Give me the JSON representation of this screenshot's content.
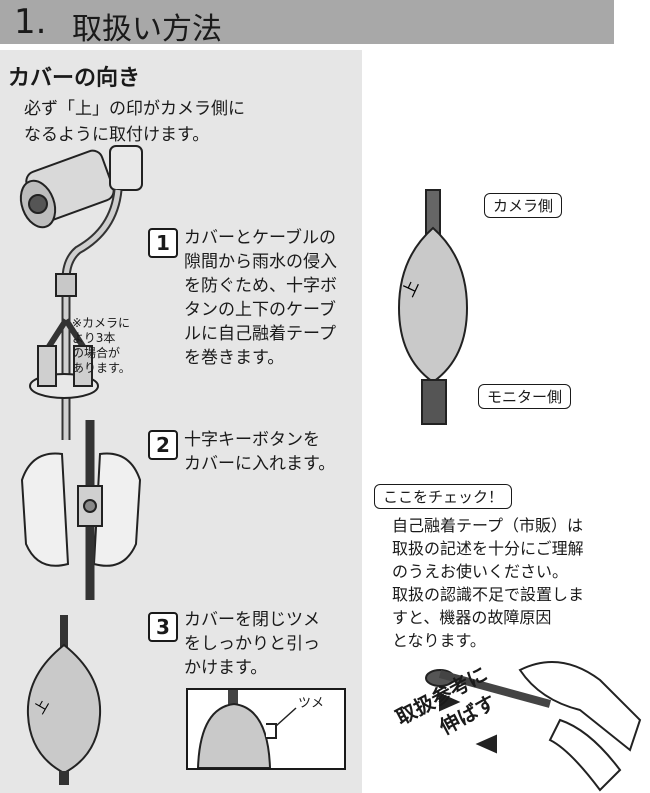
{
  "header": {
    "number": "1.",
    "title": "取扱い方法"
  },
  "section": {
    "title": "カバーの向き"
  },
  "intro": {
    "line1": "必ず「上」の印がカメラ側に",
    "line2": "なるように取付けます。"
  },
  "steps": [
    {
      "num": "1",
      "lines": [
        "カバーとケーブルの",
        "隙間から雨水の侵入",
        "を防ぐため、十字ボ",
        "タンの上下のケーブ",
        "ルに自己融着テープ",
        "を巻きます。"
      ]
    },
    {
      "num": "2",
      "lines": [
        "十字キーボタンを",
        "カバーに入れます。"
      ]
    },
    {
      "num": "3",
      "lines": [
        "カバーを閉じツメ",
        "をしっかりと引っ",
        "かけます。"
      ]
    }
  ],
  "note": {
    "lines": [
      "※カメラに",
      "より3本",
      "の場合が",
      "あります。"
    ]
  },
  "labels": {
    "camera_side": "カメラ側",
    "monitor_side": "モニター側",
    "tsume": "ツメ",
    "cover_mark": "上"
  },
  "check": {
    "tag": "ここをチェック！",
    "lines": [
      "自己融着テープ（市販）は",
      "取扱の記述を十分にご理解",
      "のうえお使いください。",
      "取扱の認識不足で設置しま",
      "すと、機器の故障原因",
      "となります。"
    ]
  },
  "stretch": {
    "line1": "取扱参考に",
    "line2": "伸ばす"
  }
}
